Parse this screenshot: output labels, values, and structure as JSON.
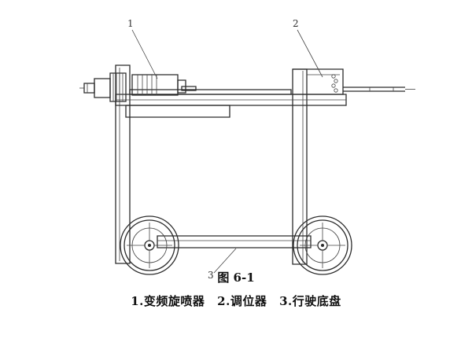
{
  "callouts": [
    {
      "label": "1"
    },
    {
      "label": "2"
    },
    {
      "label": "3"
    }
  ],
  "caption": {
    "title": "图 6-1",
    "legend": [
      "1.变频旋喷器",
      "2.调位器",
      "3.行驶底盘"
    ]
  }
}
